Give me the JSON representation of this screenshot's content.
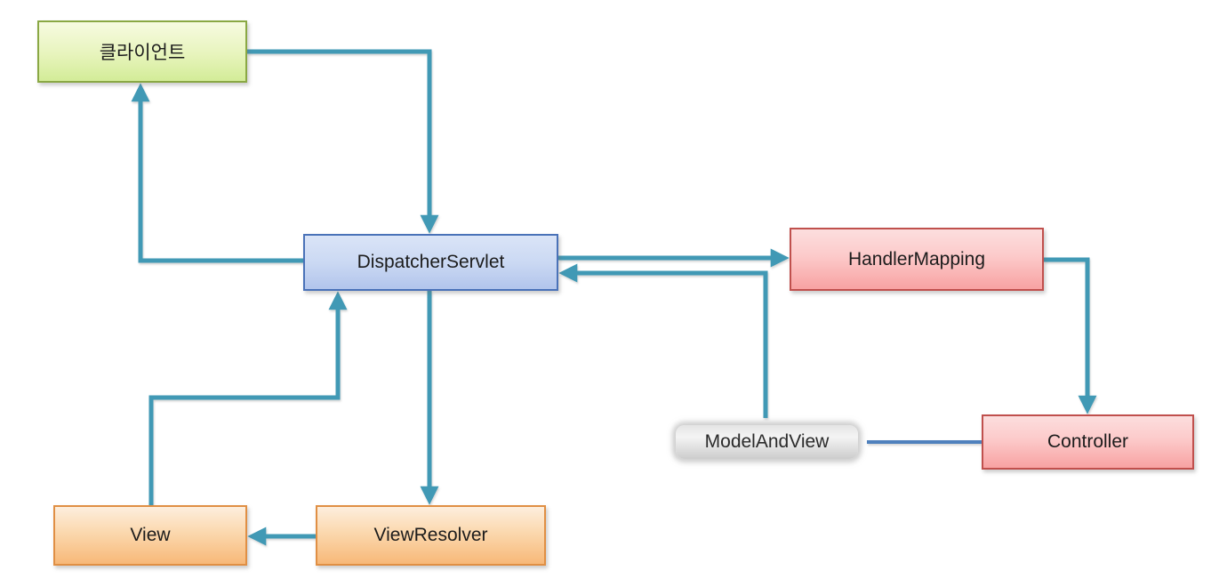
{
  "diagram": {
    "type": "flow-diagram",
    "nodes": {
      "client": {
        "label": "클라이언트",
        "fill_hex": "#ddefa9",
        "border_hex": "#8aa844"
      },
      "dispatcher_servlet": {
        "label": "DispatcherServlet",
        "fill_hex": "#c4d4f1",
        "border_hex": "#4a72b8"
      },
      "handler_mapping": {
        "label": "HandlerMapping",
        "fill_hex": "#f9bcbc",
        "border_hex": "#c0504d"
      },
      "controller": {
        "label": "Controller",
        "fill_hex": "#f9bcbc",
        "border_hex": "#c0504d"
      },
      "model_and_view": {
        "label": "ModelAndView",
        "fill_hex": "#dedede",
        "border_hex": "#aaaaaa"
      },
      "view_resolver": {
        "label": "ViewResolver",
        "fill_hex": "#f9cf9a",
        "border_hex": "#e08f44"
      },
      "view": {
        "label": "View",
        "fill_hex": "#f9cf9a",
        "border_hex": "#e08f44"
      }
    },
    "edges": [
      {
        "from": "client",
        "to": "dispatcher_servlet",
        "arrow": true,
        "color_hex": "#4199b5"
      },
      {
        "from": "dispatcher_servlet",
        "to": "client",
        "arrow": true,
        "color_hex": "#4199b5"
      },
      {
        "from": "dispatcher_servlet",
        "to": "handler_mapping",
        "arrow": true,
        "color_hex": "#4199b5"
      },
      {
        "from": "handler_mapping",
        "to": "controller",
        "arrow": true,
        "color_hex": "#4199b5"
      },
      {
        "from": "model_and_view",
        "to": "controller",
        "arrow": false,
        "color_hex": "#4f81bd"
      },
      {
        "from": "model_and_view",
        "to": "dispatcher_servlet",
        "arrow": true,
        "color_hex": "#4199b5"
      },
      {
        "from": "dispatcher_servlet",
        "to": "view_resolver",
        "arrow": true,
        "color_hex": "#4199b5"
      },
      {
        "from": "view_resolver",
        "to": "view",
        "arrow": true,
        "color_hex": "#4199b5"
      },
      {
        "from": "view",
        "to": "dispatcher_servlet",
        "arrow": true,
        "color_hex": "#4199b5"
      }
    ],
    "colors": {
      "arrow_teal": "#4199b5",
      "link_blue": "#4f81bd",
      "background": "#ffffff"
    }
  }
}
